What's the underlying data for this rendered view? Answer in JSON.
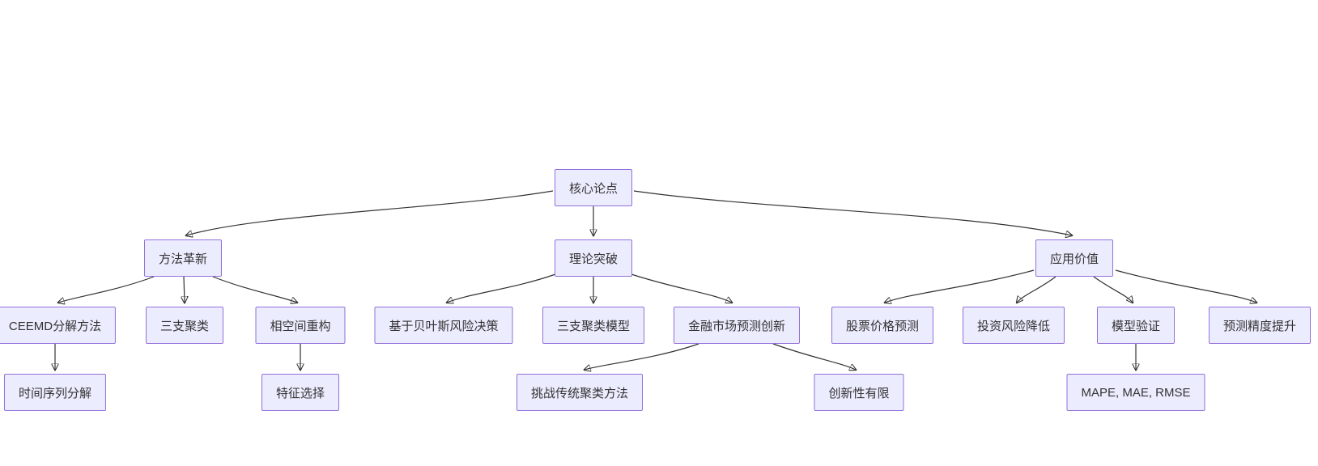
{
  "diagram": {
    "type": "flowchart",
    "direction": "top-down",
    "colors": {
      "node_fill": "#ECECFF",
      "node_border": "#9370DB",
      "edge": "#333333",
      "text": "#333333",
      "background": "#ffffff"
    },
    "nodes": [
      {
        "id": "core-thesis",
        "label": "核心论点",
        "level": 1
      },
      {
        "id": "method-innovation",
        "label": "方法革新",
        "level": 2
      },
      {
        "id": "theory-breakthrough",
        "label": "理论突破",
        "level": 2
      },
      {
        "id": "application-value",
        "label": "应用价值",
        "level": 2
      },
      {
        "id": "ceemd-decomposition",
        "label": "CEEMD分解方法",
        "level": 3
      },
      {
        "id": "three-way-clustering",
        "label": "三支聚类",
        "level": 3
      },
      {
        "id": "phase-space-reconstruction",
        "label": "相空间重构",
        "level": 3
      },
      {
        "id": "bayesian-risk-decision",
        "label": "基于贝叶斯风险决策",
        "level": 3
      },
      {
        "id": "three-way-clustering-model",
        "label": "三支聚类模型",
        "level": 3
      },
      {
        "id": "financial-market-prediction-innovation",
        "label": "金融市场预测创新",
        "level": 3
      },
      {
        "id": "stock-price-prediction",
        "label": "股票价格预测",
        "level": 3
      },
      {
        "id": "investment-risk-reduction",
        "label": "投资风险降低",
        "level": 3
      },
      {
        "id": "model-validation",
        "label": "模型验证",
        "level": 3
      },
      {
        "id": "prediction-accuracy-improvement",
        "label": "预测精度提升",
        "level": 3
      },
      {
        "id": "time-series-decomposition",
        "label": "时间序列分解",
        "level": 4
      },
      {
        "id": "feature-selection",
        "label": "特征选择",
        "level": 4
      },
      {
        "id": "challenge-traditional-clustering",
        "label": "挑战传统聚类方法",
        "level": 4
      },
      {
        "id": "limited-novelty",
        "label": "创新性有限",
        "level": 4
      },
      {
        "id": "error-metrics",
        "label": "MAPE, MAE, RMSE",
        "level": 4
      }
    ],
    "edges": [
      {
        "from": "core-thesis",
        "to": "method-innovation"
      },
      {
        "from": "core-thesis",
        "to": "theory-breakthrough"
      },
      {
        "from": "core-thesis",
        "to": "application-value"
      },
      {
        "from": "method-innovation",
        "to": "ceemd-decomposition"
      },
      {
        "from": "method-innovation",
        "to": "three-way-clustering"
      },
      {
        "from": "method-innovation",
        "to": "phase-space-reconstruction"
      },
      {
        "from": "ceemd-decomposition",
        "to": "time-series-decomposition"
      },
      {
        "from": "phase-space-reconstruction",
        "to": "feature-selection"
      },
      {
        "from": "theory-breakthrough",
        "to": "bayesian-risk-decision"
      },
      {
        "from": "theory-breakthrough",
        "to": "three-way-clustering-model"
      },
      {
        "from": "theory-breakthrough",
        "to": "financial-market-prediction-innovation"
      },
      {
        "from": "financial-market-prediction-innovation",
        "to": "challenge-traditional-clustering"
      },
      {
        "from": "financial-market-prediction-innovation",
        "to": "limited-novelty"
      },
      {
        "from": "application-value",
        "to": "stock-price-prediction"
      },
      {
        "from": "application-value",
        "to": "investment-risk-reduction"
      },
      {
        "from": "application-value",
        "to": "model-validation"
      },
      {
        "from": "application-value",
        "to": "prediction-accuracy-improvement"
      },
      {
        "from": "model-validation",
        "to": "error-metrics"
      }
    ]
  }
}
